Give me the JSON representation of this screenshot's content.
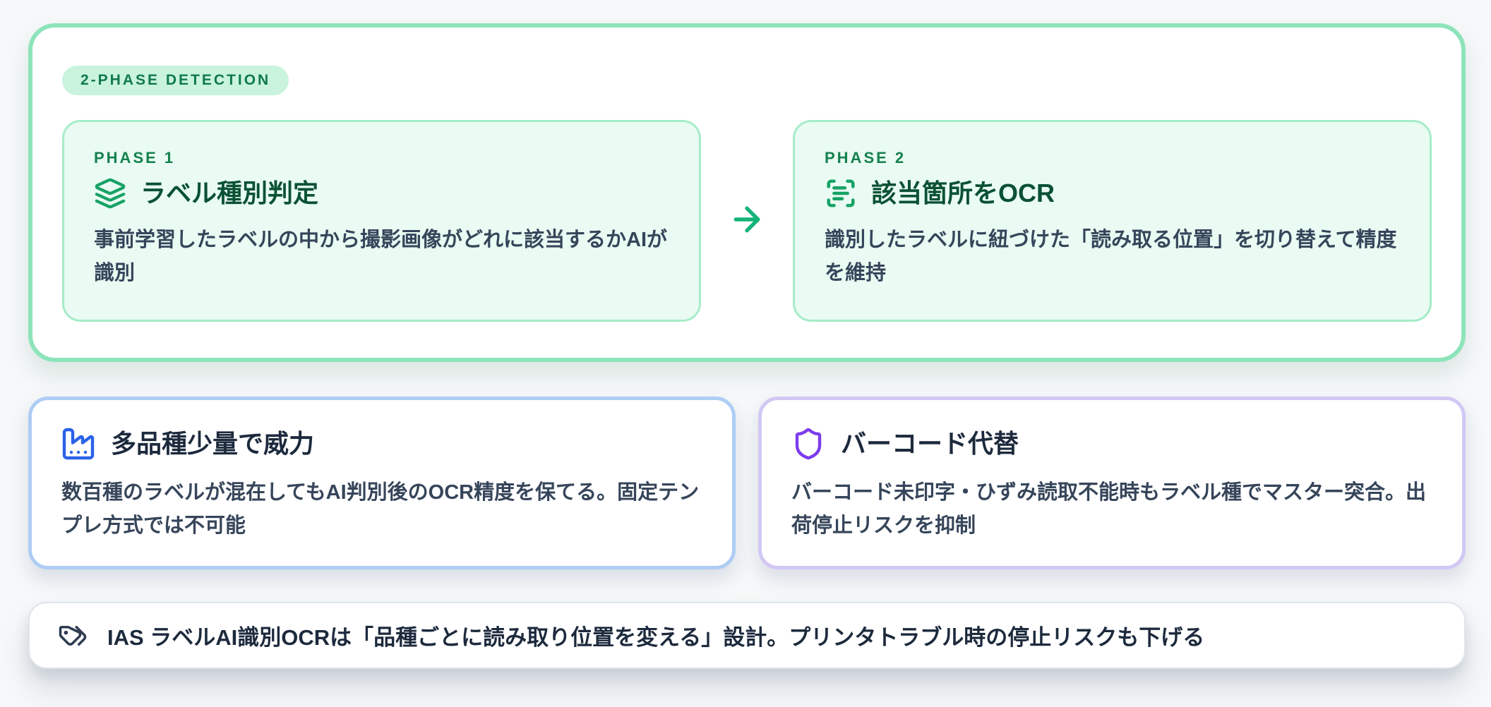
{
  "hero": {
    "badge": "2-PHASE DETECTION",
    "arrow_icon": "arrow-right-icon",
    "phases": [
      {
        "label": "PHASE 1",
        "icon": "layers-icon",
        "title": "ラベル種別判定",
        "description": "事前学習したラベルの中から撮影画像がどれに該当するかAIが識別"
      },
      {
        "label": "PHASE 2",
        "icon": "scan-text-icon",
        "title": "該当箇所をOCR",
        "description": "識別したラベルに紐づけた「読み取る位置」を切り替えて精度を維持"
      }
    ]
  },
  "features": [
    {
      "icon": "factory-icon",
      "title": "多品種少量で威力",
      "description": "数百種のラベルが混在してもAI判別後のOCR精度を保てる。固定テンプレ方式では不可能",
      "accent_color": "#2a62e8",
      "border_color": "#aecdf5"
    },
    {
      "icon": "shield-icon",
      "title": "バーコード代替",
      "description": "バーコード未印字・ひずみ読取不能時もラベル種でマスター突合。出荷停止リスクを抑制",
      "accent_color": "#7d3bec",
      "border_color": "#d2c7f4"
    }
  ],
  "footer": {
    "icon": "tags-icon",
    "text": "IAS ラベルAI識別OCRは「品種ごとに読み取り位置を変える」設計。プリンタトラブル時の停止リスクも下げる"
  },
  "colors": {
    "page_bg": "#f6f8f9",
    "hero_border": "#8ee4ba",
    "badge_bg": "#c9f3dd",
    "badge_text": "#117a4c",
    "phase_card_bg": "#e9fbf2",
    "phase_card_border": "#a6ecc9",
    "phase_label": "#15814e",
    "phase_title": "#0b5134",
    "body_text": "#36455a",
    "arrow_green": "#13b377",
    "green_icon": "#17a266",
    "dark_title": "#1d2a3d",
    "footer_icon": "#2e3a50",
    "footer_border": "#e0e4eb"
  }
}
